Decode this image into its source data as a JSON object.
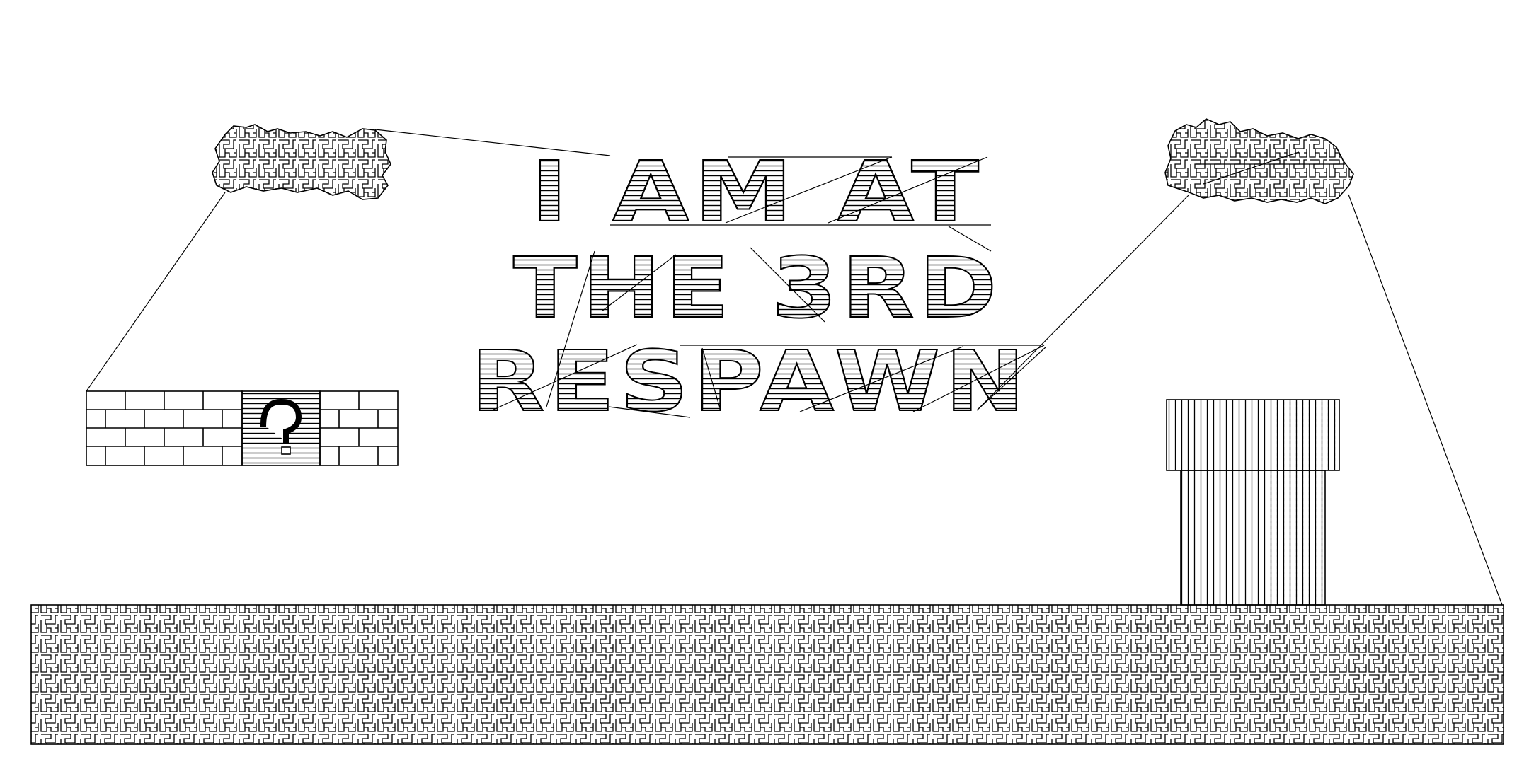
{
  "title": {
    "lines": [
      "I AM AT",
      "THE 3RD",
      "RESPAWN"
    ]
  },
  "colors": {
    "ink": "#000000",
    "background": "#ffffff"
  },
  "icons": {
    "cloud_left": "cloud-icon",
    "cloud_right": "cloud-icon",
    "brick_block": "brick-block-icon",
    "question_block": "question-block-icon",
    "pipe": "warp-pipe-icon",
    "ground": "ground-icon"
  }
}
